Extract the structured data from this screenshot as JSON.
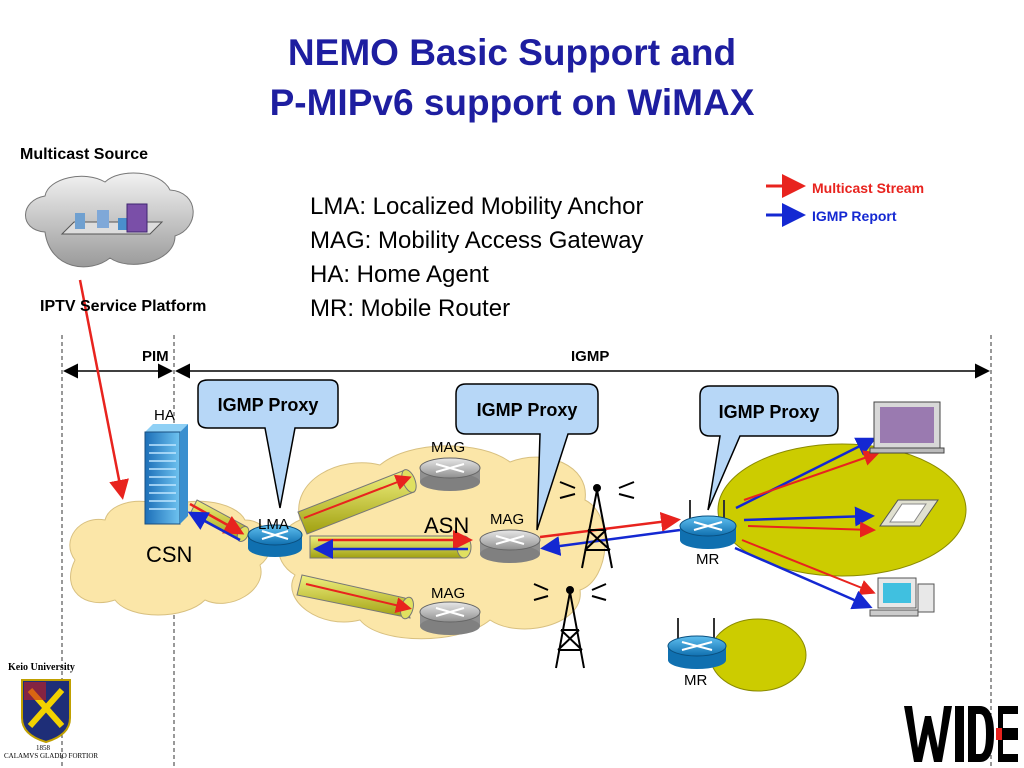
{
  "title": {
    "line1": "NEMO Basic Support and",
    "line2": "P-MIPv6 support on WiMAX"
  },
  "multicast_source": {
    "label": "Multicast Source",
    "platform": "IPTV Service Platform"
  },
  "definitions": [
    "LMA: Localized Mobility Anchor",
    "MAG: Mobility Access Gateway",
    "HA: Home Agent",
    "MR: Mobile Router"
  ],
  "legend": [
    {
      "label": "Multicast Stream",
      "color": "#e8231e"
    },
    {
      "label": "IGMP Report",
      "color": "#1428d2"
    }
  ],
  "ranges": {
    "pim": "PIM",
    "igmp": "IGMP"
  },
  "callouts": [
    "IGMP Proxy",
    "IGMP Proxy",
    "IGMP Proxy"
  ],
  "nodes": {
    "ha": "HA",
    "lma": "LMA",
    "csn": "CSN",
    "asn": "ASN",
    "mag_top": "MAG",
    "mag_mid": "MAG",
    "mag_bottom": "MAG",
    "mr1": "MR",
    "mr2": "MR"
  },
  "logos": {
    "keio": "Keio University",
    "keio_year": "1858",
    "keio_motto": "CALAMVS GLADIO FORTIOR",
    "wide": "WIDE"
  },
  "colors": {
    "title": "#1e1ea0",
    "stream": "#e8231e",
    "report": "#1428d2",
    "tunnel": "#cccc22",
    "cloud": "#fbe6a8",
    "mr_cloud": "#cccc00"
  }
}
